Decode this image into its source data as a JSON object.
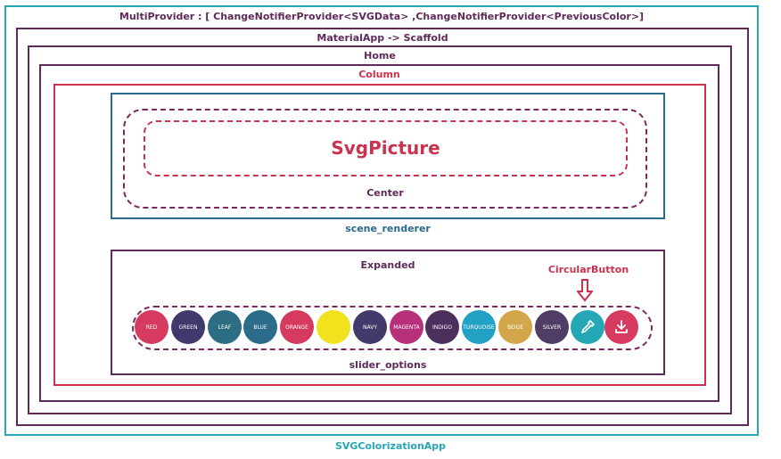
{
  "labels": {
    "multiprovider": "MultiProvider : [ ChangeNotifierProvider<SVGData> ,ChangeNotifierProvider<PreviousColor>]",
    "material_app": "MaterialApp -> Scaffold",
    "home": "Home",
    "column": "Column",
    "svg_picture": "SvgPicture",
    "center": "Center",
    "scene_renderer": "scene_renderer",
    "expanded": "Expanded",
    "circular_button": "CircularButton",
    "slider_options": "slider_options",
    "app": "SVGColorizationApp"
  },
  "color_options": [
    {
      "label": "RED",
      "color": "#d63a5f"
    },
    {
      "label": "GREEN",
      "color": "#3f3a6b"
    },
    {
      "label": "LEAF",
      "color": "#2d6d83"
    },
    {
      "label": "BLUE",
      "color": "#2a6c8a"
    },
    {
      "label": "ORANGE",
      "color": "#d63a5f"
    },
    {
      "label": "",
      "color": "#f2e21e"
    },
    {
      "label": "NAVY",
      "color": "#423a6a"
    },
    {
      "label": "MAGENTA",
      "color": "#b7307b"
    },
    {
      "label": "INDIGO",
      "color": "#4b2f5d"
    },
    {
      "label": "TURQUOISE",
      "color": "#22a1c4"
    },
    {
      "label": "BEIGE",
      "color": "#d4a64a"
    },
    {
      "label": "SILVER",
      "color": "#4f3d66"
    }
  ],
  "icons": {
    "picker": "eyedropper-icon",
    "download": "download-icon"
  },
  "colors": {
    "teal": "#26a7b5",
    "purple": "#5e2a5a",
    "crimson": "#c9334f",
    "blue": "#2a6a8a"
  }
}
